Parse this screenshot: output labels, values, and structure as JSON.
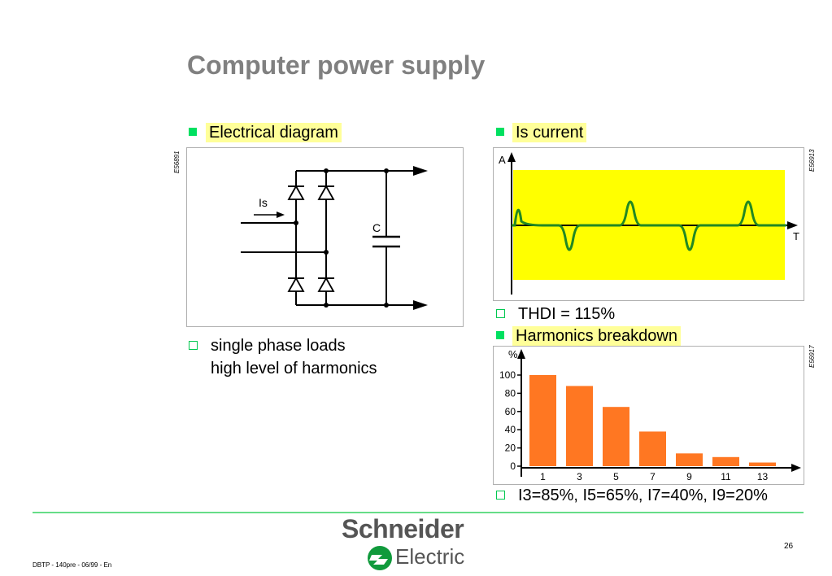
{
  "title": "Computer power supply",
  "left_panel": {
    "heading": "Electrical diagram",
    "ref": "E56891",
    "labels": {
      "current": "Is",
      "capacitor": "C"
    },
    "notes": [
      "single phase loads",
      "high level of harmonics"
    ]
  },
  "right_top": {
    "heading": "Is current",
    "ref": "E56913",
    "axis_y": "A",
    "axis_x": "T",
    "note": "THDI = 115%"
  },
  "right_bottom": {
    "heading": "Harmonics breakdown",
    "ref": "E56917",
    "note": "I3=85%, I5=65%, I7=40%, I9=20%"
  },
  "chart_data": {
    "type": "bar",
    "categories": [
      "1",
      "3",
      "5",
      "7",
      "9",
      "11",
      "13"
    ],
    "values": [
      100,
      88,
      65,
      38,
      14,
      10,
      4
    ],
    "ylabel": "%",
    "ylim": [
      0,
      100
    ],
    "yticks": [
      "0",
      "20",
      "40",
      "60",
      "80",
      "100"
    ],
    "bar_color": "#ff7722"
  },
  "colors": {
    "bullet": "#00e060",
    "highlight": "#ffff99",
    "wave": "#228822",
    "wave_bg": "#ffff00"
  },
  "footer": {
    "brand_line1": "Schneider",
    "brand_line2": "Electric",
    "doc": "DBTP - 140pre - 06/99 - En",
    "page": "26"
  }
}
